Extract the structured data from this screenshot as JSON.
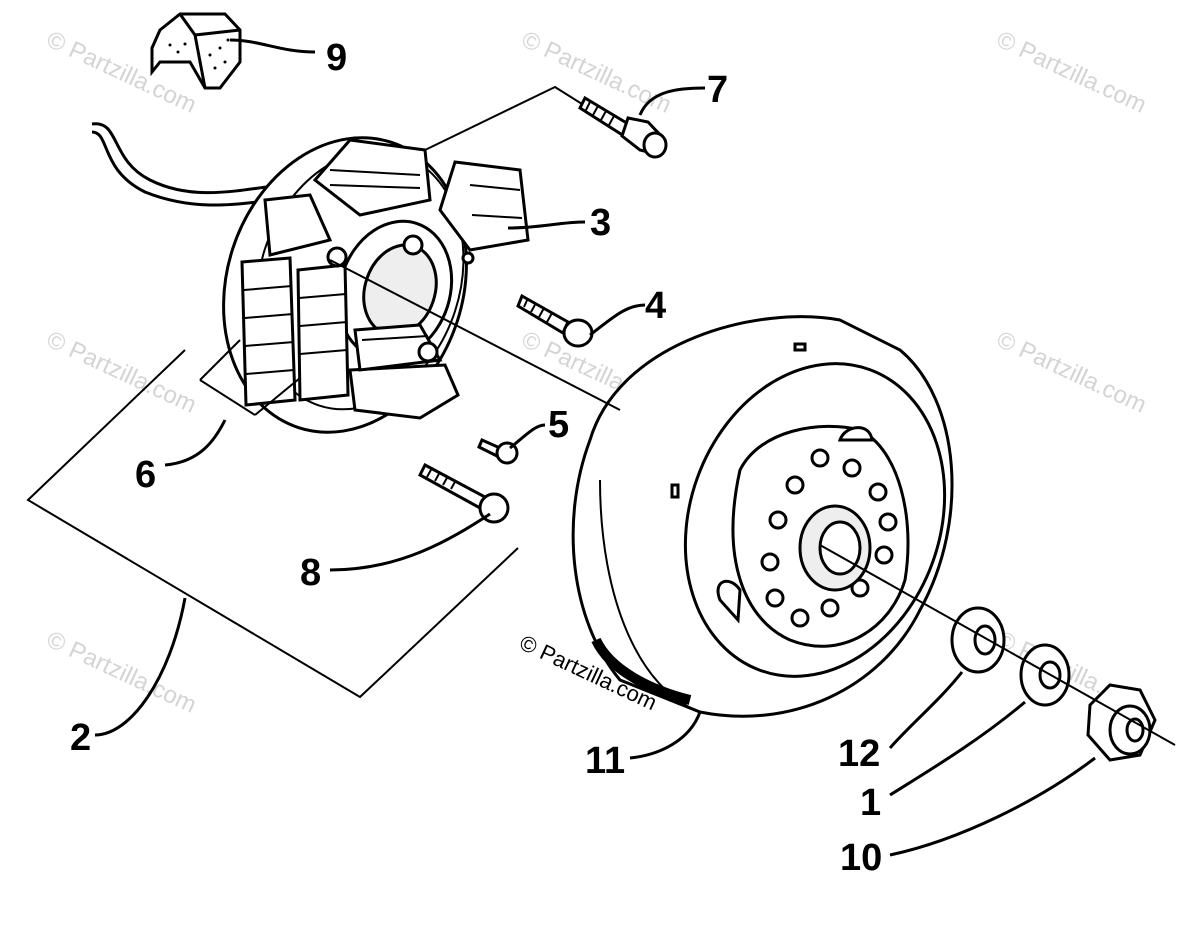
{
  "diagram": {
    "callouts": {
      "c1": "1",
      "c2": "2",
      "c3": "3",
      "c4": "4",
      "c5": "5",
      "c6": "6",
      "c7": "7",
      "c8": "8",
      "c9": "9",
      "c10": "10",
      "c11": "11",
      "c12": "12"
    },
    "watermark": "© Partzilla.com"
  }
}
